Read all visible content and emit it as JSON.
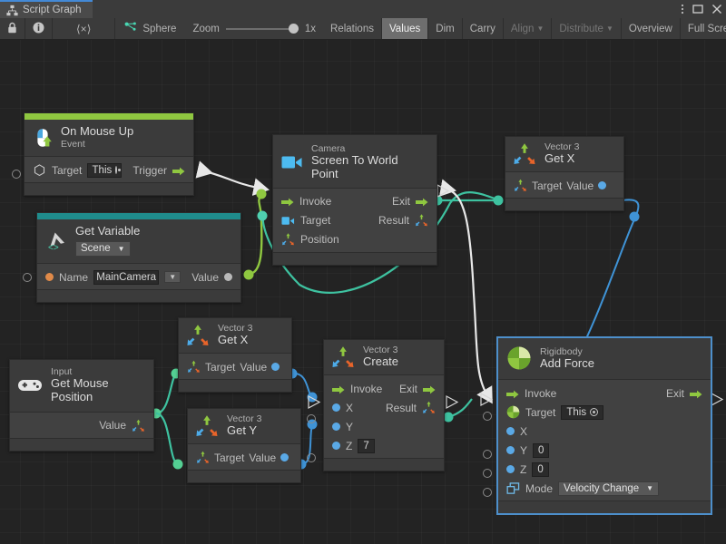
{
  "window": {
    "tab_title": "Script Graph",
    "tab_icon": "script-graph-icon",
    "buttons": [
      "kebab-menu-icon",
      "maximize-icon",
      "close-icon"
    ]
  },
  "toolbar": {
    "lock_icon": "lock-icon",
    "info_icon": "info-icon",
    "code_icon": "angle-brackets-icon",
    "object_icon": "graph-icon",
    "object_label": "Sphere",
    "zoom_label": "Zoom",
    "zoom_value": "1x",
    "items": [
      {
        "label": "Relations",
        "active": false,
        "dim": false
      },
      {
        "label": "Values",
        "active": true,
        "dim": false
      },
      {
        "label": "Dim",
        "active": false,
        "dim": false
      },
      {
        "label": "Carry",
        "active": false,
        "dim": false
      },
      {
        "label": "Align",
        "active": false,
        "dim": true,
        "caret": true
      },
      {
        "label": "Distribute",
        "active": false,
        "dim": true,
        "caret": true
      },
      {
        "label": "Overview",
        "active": false,
        "dim": false
      },
      {
        "label": "Full Screen",
        "active": false,
        "dim": false
      }
    ]
  },
  "colors": {
    "event_accent": "#8fc740",
    "variable_accent": "#1f8c8c",
    "flow_wire": "#e8e8e8",
    "value_wire_green": "#8fc740",
    "value_wire_teal": "#3ec2a0",
    "value_wire_blue": "#3f93d6",
    "selection": "#4d8fcb",
    "canvas": "#232323"
  },
  "nodes": {
    "on_mouse_up": {
      "icon": "mouse-up-icon",
      "category": "On Mouse Up",
      "title": "Event",
      "target_label": "Target",
      "target_value": "This",
      "trigger_label": "Trigger"
    },
    "get_variable": {
      "icon": "unity-variable-icon",
      "title": "Get Variable",
      "scope": "Scene",
      "name_label": "Name",
      "name_value": "MainCamera",
      "value_label": "Value"
    },
    "camera_screen_to_world": {
      "icon": "camera-icon",
      "category": "Camera",
      "title": "Screen To World Point",
      "invoke_label": "Invoke",
      "exit_label": "Exit",
      "target_label": "Target",
      "result_label": "Result",
      "position_label": "Position"
    },
    "vector3_get_x_top": {
      "icon": "vector3-icon",
      "category": "Vector 3",
      "title": "Get X",
      "target_label": "Target",
      "value_label": "Value"
    },
    "input_get_mouse_position": {
      "icon": "gamepad-icon",
      "category": "Input",
      "title": "Get Mouse Position",
      "value_label": "Value"
    },
    "vector3_get_x_mid": {
      "icon": "vector3-icon",
      "category": "Vector 3",
      "title": "Get X",
      "target_label": "Target",
      "value_label": "Value"
    },
    "vector3_get_y": {
      "icon": "vector3-icon",
      "category": "Vector 3",
      "title": "Get Y",
      "target_label": "Target",
      "value_label": "Value"
    },
    "vector3_create": {
      "icon": "vector3-icon",
      "category": "Vector 3",
      "title": "Create",
      "invoke_label": "Invoke",
      "exit_label": "Exit",
      "x_label": "X",
      "y_label": "Y",
      "z_label": "Z",
      "z_value": "7",
      "result_label": "Result"
    },
    "rigidbody_add_force": {
      "icon": "rigidbody-icon",
      "category": "Rigidbody",
      "title": "Add Force",
      "selected": true,
      "invoke_label": "Invoke",
      "exit_label": "Exit",
      "target_label": "Target",
      "target_value": "This",
      "x_label": "X",
      "y_label": "Y",
      "y_value": "0",
      "z_label": "Z",
      "z_value": "0",
      "mode_label": "Mode",
      "mode_value": "Velocity Change"
    }
  }
}
